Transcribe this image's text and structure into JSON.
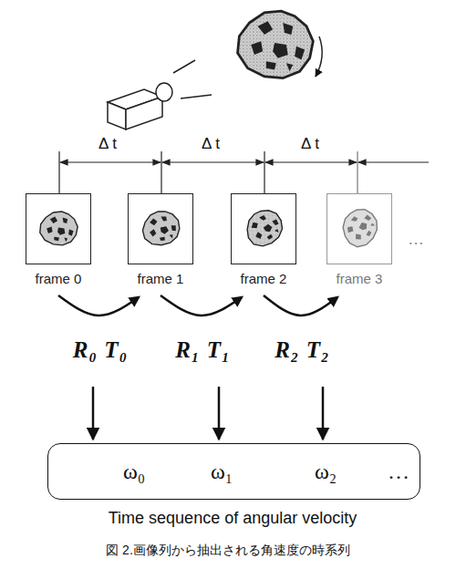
{
  "diagram": {
    "caption": "図 2.画像列から抽出される角速度の時系列",
    "nodes": [
      {
        "text": [
          "frame 0"
        ]
      },
      {
        "text": [
          "frame 1"
        ]
      },
      {
        "text": [
          "frame 2"
        ]
      },
      {
        "text": [
          "frame 3"
        ]
      },
      {
        "text": [
          "ω₀",
          "ω₁",
          "ω₂",
          "…"
        ]
      }
    ],
    "edges": [
      {
        "from": 0,
        "to": 1,
        "arrow": "to",
        "label": "R₀ T₀"
      },
      {
        "from": 1,
        "to": 2,
        "arrow": "to",
        "label": "R₁ T₁"
      },
      {
        "from": 2,
        "to": 3,
        "arrow": "to",
        "label": "R₂ T₂"
      }
    ],
    "labels": [
      "Δ t",
      "Δ t",
      "Δ t",
      "…",
      "Time sequence of angular velocity"
    ]
  }
}
